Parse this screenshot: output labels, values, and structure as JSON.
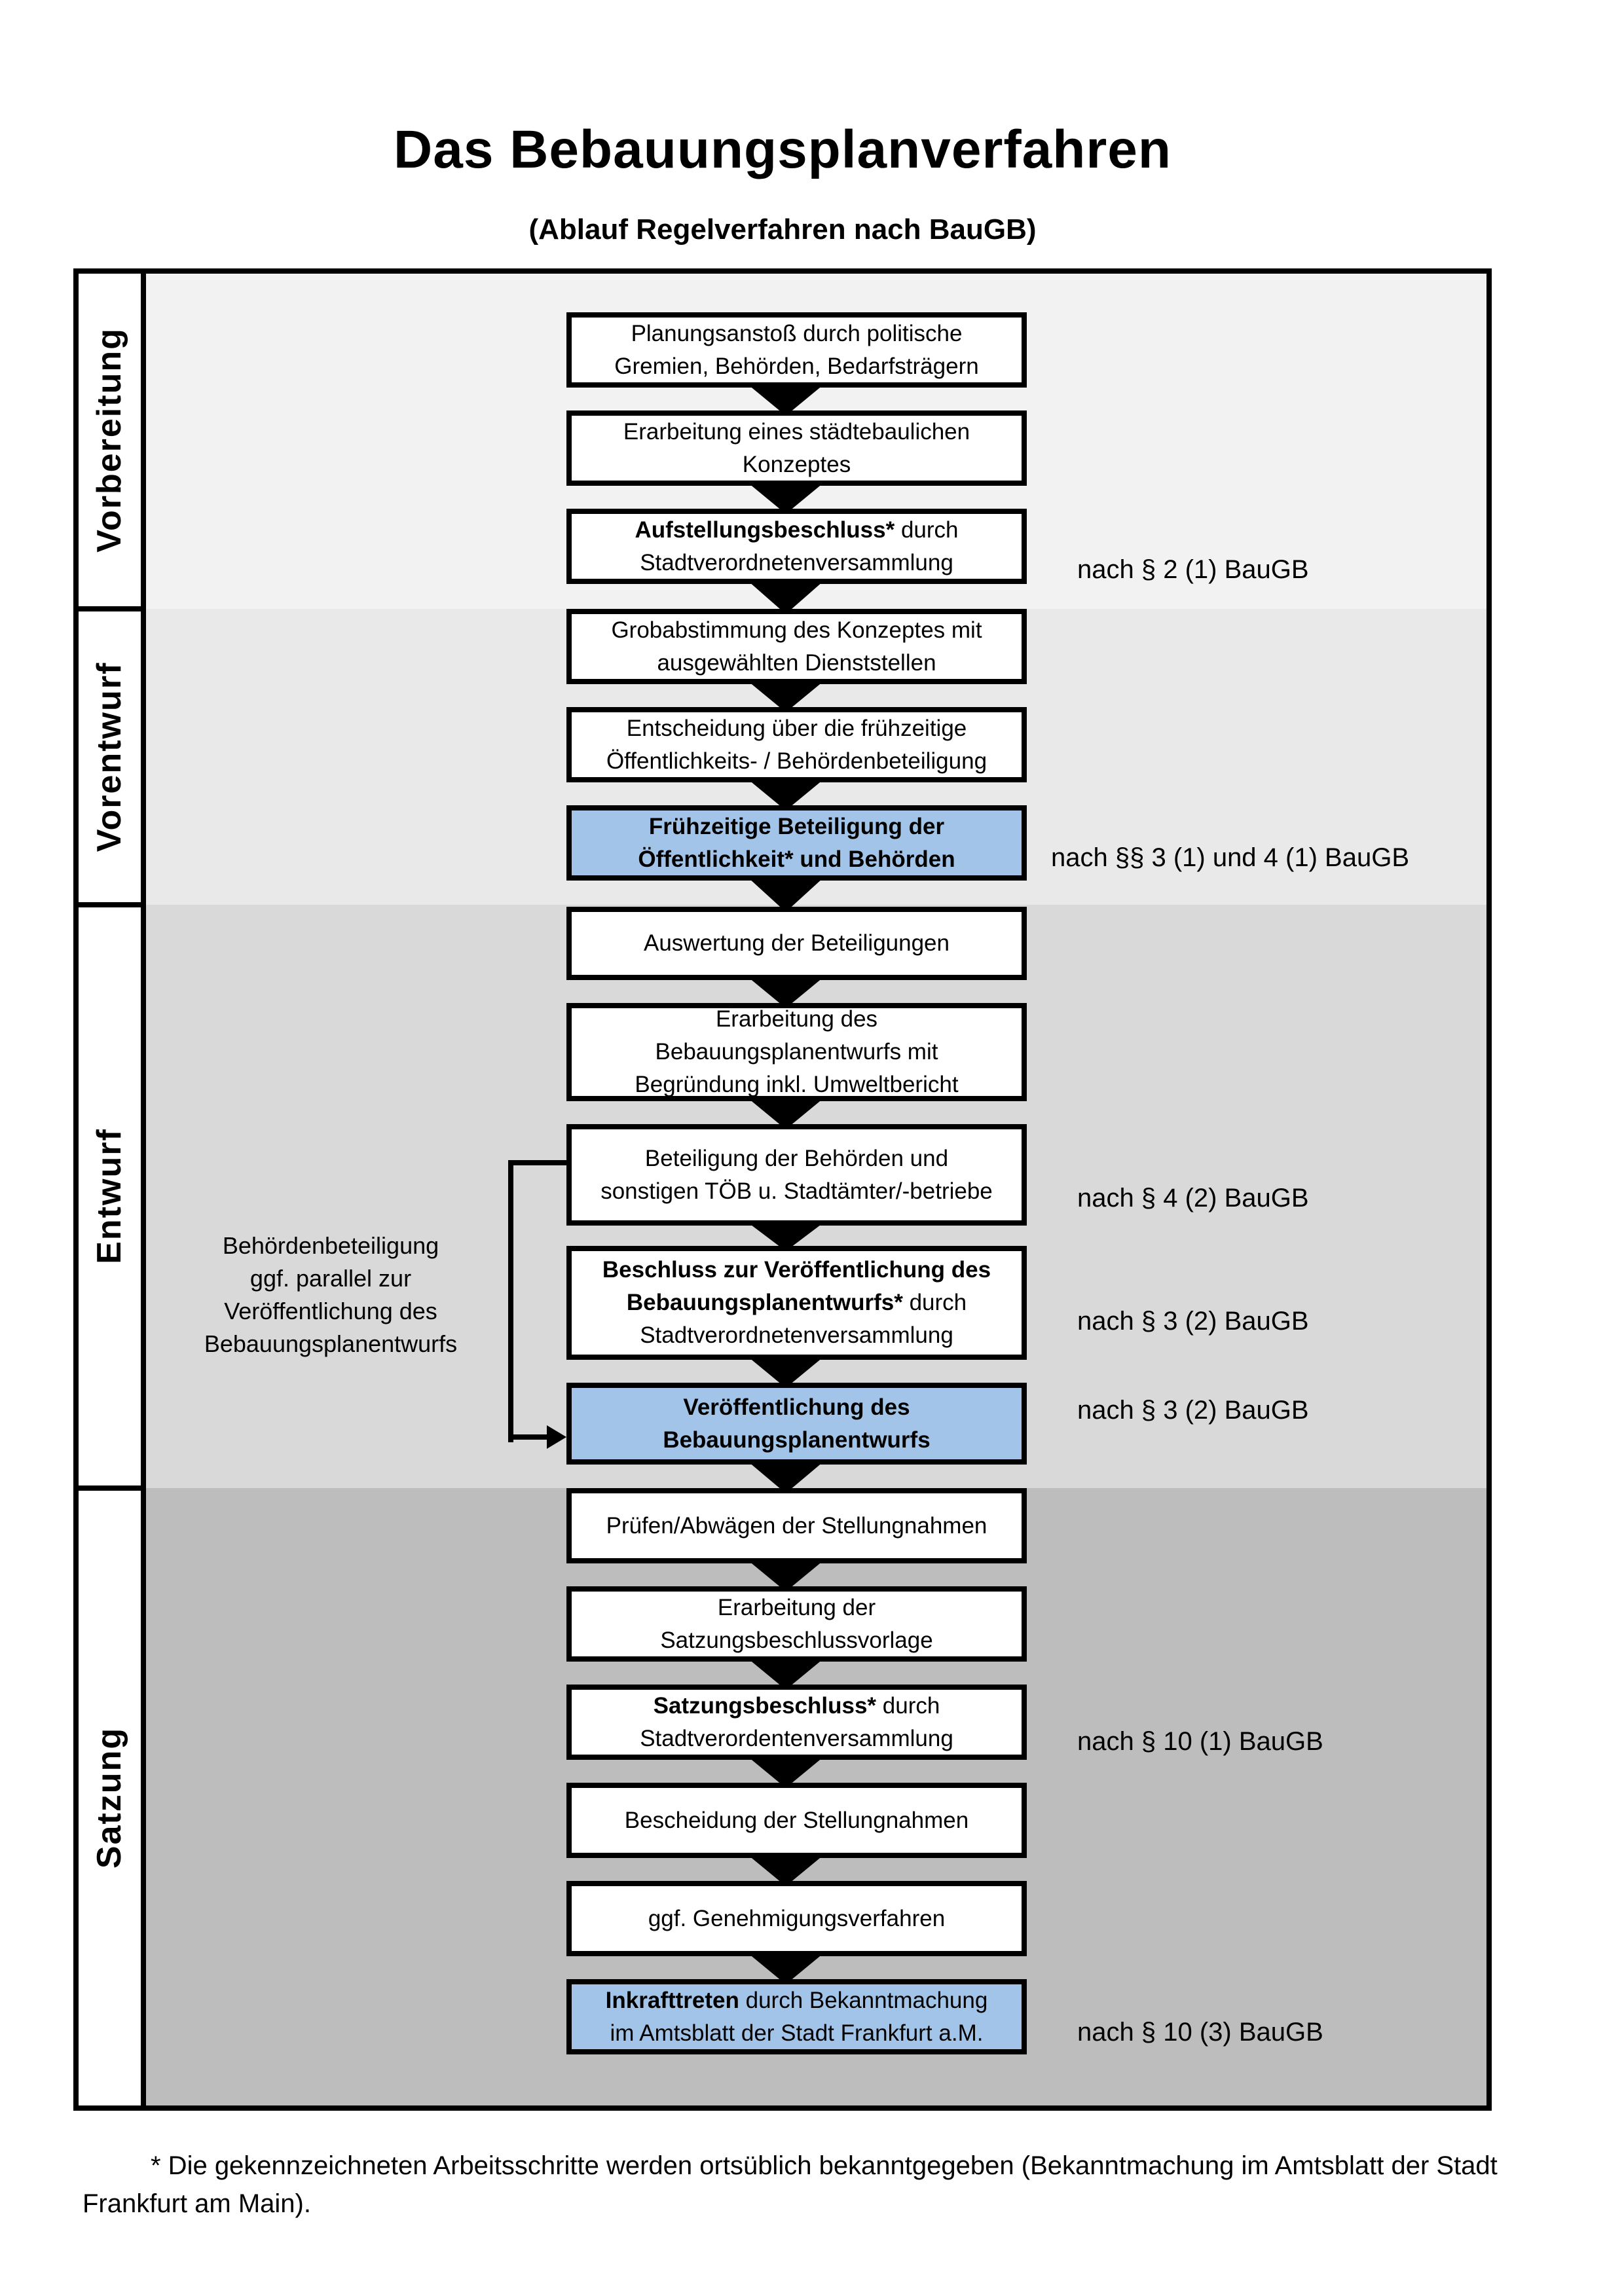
{
  "page": {
    "title": "Das Bebauungsplanverfahren",
    "subtitle": "(Ablauf Regelverfahren nach BauGB)"
  },
  "phases": [
    {
      "label": "Vorbereitung"
    },
    {
      "label": "Vorentwurf"
    },
    {
      "label": "Entwurf"
    },
    {
      "label": "Satzung"
    }
  ],
  "steps": [
    {
      "phase": "Vorbereitung",
      "highlighted": false,
      "lines": [
        {
          "segments": [
            {
              "t": "Planungsanstoß durch politische",
              "b": false
            }
          ]
        },
        {
          "segments": [
            {
              "t": "Gremien, Behörden, Bedarfsträgern",
              "b": false
            }
          ]
        }
      ]
    },
    {
      "phase": "Vorbereitung",
      "highlighted": false,
      "lines": [
        {
          "segments": [
            {
              "t": "Erarbeitung eines städtebaulichen",
              "b": false
            }
          ]
        },
        {
          "segments": [
            {
              "t": "Konzeptes",
              "b": false
            }
          ]
        }
      ]
    },
    {
      "phase": "Vorbereitung",
      "highlighted": false,
      "lines": [
        {
          "segments": [
            {
              "t": "Aufstellungsbeschluss*",
              "b": true
            },
            {
              "t": " durch",
              "b": false
            }
          ]
        },
        {
          "segments": [
            {
              "t": "Stadtverordnetenversammlung",
              "b": false
            }
          ]
        }
      ]
    },
    {
      "phase": "Vorentwurf",
      "highlighted": false,
      "lines": [
        {
          "segments": [
            {
              "t": "Grobabstimmung des Konzeptes mit",
              "b": false
            }
          ]
        },
        {
          "segments": [
            {
              "t": "ausgewählten Dienststellen",
              "b": false
            }
          ]
        }
      ]
    },
    {
      "phase": "Vorentwurf",
      "highlighted": false,
      "lines": [
        {
          "segments": [
            {
              "t": "Entscheidung über die frühzeitige",
              "b": false
            }
          ]
        },
        {
          "segments": [
            {
              "t": "Öffentlichkeits- / Behördenbeteiligung",
              "b": false
            }
          ]
        }
      ]
    },
    {
      "phase": "Vorentwurf",
      "highlighted": true,
      "lines": [
        {
          "segments": [
            {
              "t": "Frühzeitige Beteiligung der",
              "b": true
            }
          ]
        },
        {
          "segments": [
            {
              "t": "Öffentlichkeit* und Behörden",
              "b": true
            }
          ]
        }
      ]
    },
    {
      "phase": "Entwurf",
      "highlighted": false,
      "lines": [
        {
          "segments": [
            {
              "t": "Auswertung der Beteiligungen",
              "b": false
            }
          ]
        }
      ]
    },
    {
      "phase": "Entwurf",
      "highlighted": false,
      "lines": [
        {
          "segments": [
            {
              "t": "Erarbeitung des",
              "b": false
            }
          ]
        },
        {
          "segments": [
            {
              "t": "Bebauungsplanentwurfs mit",
              "b": false
            }
          ]
        },
        {
          "segments": [
            {
              "t": "Begründung inkl. Umweltbericht",
              "b": false
            }
          ]
        }
      ]
    },
    {
      "phase": "Entwurf",
      "highlighted": false,
      "lines": [
        {
          "segments": [
            {
              "t": "Beteiligung der Behörden und",
              "b": false
            }
          ]
        },
        {
          "segments": [
            {
              "t": "sonstigen TÖB u. Stadtämter/-betriebe",
              "b": false
            }
          ]
        }
      ]
    },
    {
      "phase": "Entwurf",
      "highlighted": false,
      "lines": [
        {
          "segments": [
            {
              "t": "Beschluss zur Veröffentlichung des",
              "b": true
            }
          ]
        },
        {
          "segments": [
            {
              "t": "Bebauungsplanentwurfs*",
              "b": true
            },
            {
              "t": " durch",
              "b": false
            }
          ]
        },
        {
          "segments": [
            {
              "t": "Stadtverordnetenversammlung",
              "b": false
            }
          ]
        }
      ]
    },
    {
      "phase": "Entwurf",
      "highlighted": true,
      "lines": [
        {
          "segments": [
            {
              "t": "Veröffentlichung des",
              "b": true
            }
          ]
        },
        {
          "segments": [
            {
              "t": "Bebauungsplanentwurfs",
              "b": true
            }
          ]
        }
      ]
    },
    {
      "phase": "Satzung",
      "highlighted": false,
      "lines": [
        {
          "segments": [
            {
              "t": "Prüfen/Abwägen der Stellungnahmen",
              "b": false
            }
          ]
        }
      ]
    },
    {
      "phase": "Satzung",
      "highlighted": false,
      "lines": [
        {
          "segments": [
            {
              "t": "Erarbeitung der",
              "b": false
            }
          ]
        },
        {
          "segments": [
            {
              "t": "Satzungsbeschlussvorlage",
              "b": false
            }
          ]
        }
      ]
    },
    {
      "phase": "Satzung",
      "highlighted": false,
      "lines": [
        {
          "segments": [
            {
              "t": "Satzungsbeschluss*",
              "b": true
            },
            {
              "t": " durch",
              "b": false
            }
          ]
        },
        {
          "segments": [
            {
              "t": "Stadtverordentenversammlung",
              "b": false
            }
          ]
        }
      ]
    },
    {
      "phase": "Satzung",
      "highlighted": false,
      "lines": [
        {
          "segments": [
            {
              "t": "Bescheidung der Stellungnahmen",
              "b": false
            }
          ]
        }
      ]
    },
    {
      "phase": "Satzung",
      "highlighted": false,
      "lines": [
        {
          "segments": [
            {
              "t": "ggf. Genehmigungsverfahren",
              "b": false
            }
          ]
        }
      ]
    },
    {
      "phase": "Satzung",
      "highlighted": true,
      "lines": [
        {
          "segments": [
            {
              "t": "Inkrafttreten",
              "b": true
            },
            {
              "t": " durch Bekanntmachung",
              "b": false
            }
          ]
        },
        {
          "segments": [
            {
              "t": "im Amtsblatt der Stadt Frankfurt a.M.",
              "b": false
            }
          ]
        }
      ]
    }
  ],
  "law_refs": [
    {
      "text": "nach § 2 (1) BauGB"
    },
    {
      "text": "nach §§ 3 (1) und 4 (1) BauGB"
    },
    {
      "text": "nach § 4 (2) BauGB"
    },
    {
      "text": "nach § 3 (2) BauGB"
    },
    {
      "text": "nach § 3 (2) BauGB"
    },
    {
      "text": "nach § 10 (1) BauGB"
    },
    {
      "text": "nach § 10 (3) BauGB"
    }
  ],
  "side_note": {
    "lines": [
      "Behördenbeteiligung",
      "ggf. parallel zur",
      "Veröffentlichung des",
      "Bebauungsplanentwurfs"
    ]
  },
  "footnote": {
    "lines": [
      "* Die gekennzeichneten Arbeitsschritte werden ortsüblich bekanntgegeben (Bekanntmachung im Amtsblatt der Stadt",
      "Frankfurt am Main)."
    ]
  },
  "colors": {
    "highlight_blue": "#a2c4e8",
    "border_black": "#000000",
    "section_grays": [
      "#f2f2f2",
      "#e9e9e9",
      "#d9d9d9",
      "#bdbdbd"
    ]
  }
}
